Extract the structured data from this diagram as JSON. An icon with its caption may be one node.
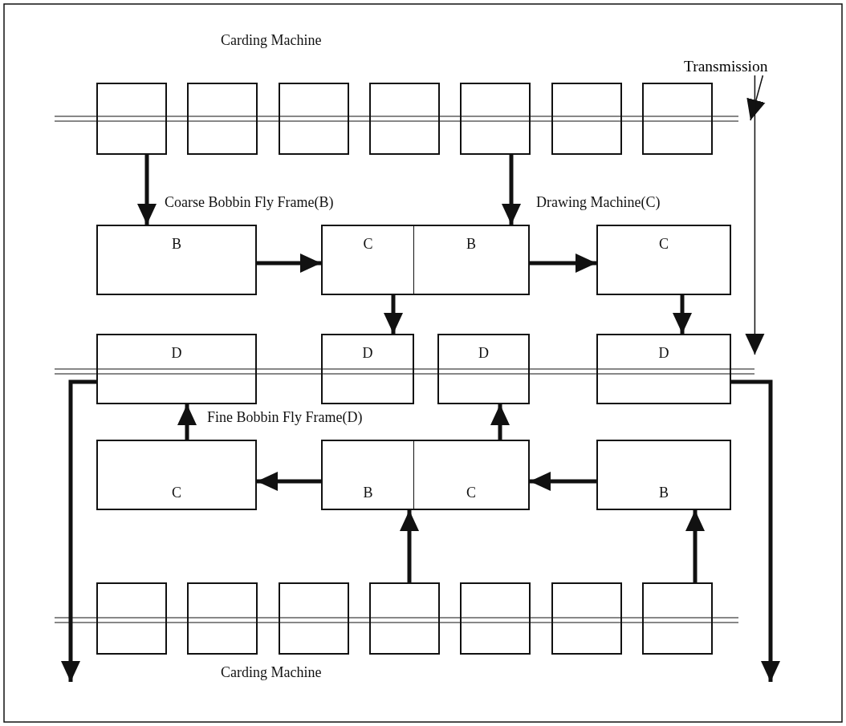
{
  "diagram": {
    "nodes": [
      {
        "text": [],
        "shape": "box"
      },
      {
        "text": [],
        "shape": "box"
      },
      {
        "text": [],
        "shape": "box"
      },
      {
        "text": [],
        "shape": "box"
      },
      {
        "text": [],
        "shape": "box"
      },
      {
        "text": [],
        "shape": "box"
      },
      {
        "text": [],
        "shape": "box"
      },
      {
        "text": [
          "B"
        ]
      },
      {
        "text": [
          "C"
        ]
      },
      {
        "text": [
          "B"
        ]
      },
      {
        "text": [
          "C"
        ]
      },
      {
        "text": [
          "D"
        ]
      },
      {
        "text": [
          "D"
        ]
      },
      {
        "text": [
          "D"
        ]
      },
      {
        "text": [
          "D"
        ]
      },
      {
        "text": [
          "C"
        ]
      },
      {
        "text": [
          "B"
        ]
      },
      {
        "text": [
          "C"
        ]
      },
      {
        "text": [
          "B"
        ]
      },
      {
        "text": [],
        "shape": "box"
      },
      {
        "text": [],
        "shape": "box"
      },
      {
        "text": [],
        "shape": "box"
      },
      {
        "text": [],
        "shape": "box"
      },
      {
        "text": [],
        "shape": "box"
      },
      {
        "text": [],
        "shape": "box"
      },
      {
        "text": [],
        "shape": "box"
      },
      {
        "text": [
          "Transmission"
        ]
      }
    ],
    "edges": [
      {
        "from": 0,
        "to": 7,
        "arrow": "to"
      },
      {
        "from": 4,
        "to": 9,
        "arrow": "to"
      },
      {
        "from": 7,
        "to": 8,
        "arrow": "to"
      },
      {
        "from": 9,
        "to": 10,
        "arrow": "to"
      },
      {
        "from": 8,
        "to": 12,
        "arrow": "to"
      },
      {
        "from": 10,
        "to": 14,
        "arrow": "to"
      },
      {
        "from": 15,
        "to": 11,
        "arrow": "to"
      },
      {
        "from": 17,
        "to": 13,
        "arrow": "to"
      },
      {
        "from": 16,
        "to": 15,
        "arrow": "to"
      },
      {
        "from": 18,
        "to": 17,
        "arrow": "to"
      },
      {
        "from": 22,
        "to": 16,
        "arrow": "to"
      },
      {
        "from": 25,
        "to": 18,
        "arrow": "to"
      },
      {
        "from": 11,
        "to": null,
        "arrow": "to"
      },
      {
        "from": 14,
        "to": null,
        "arrow": "to"
      },
      {
        "from": 26,
        "to": null,
        "arrow": "to"
      },
      {
        "from": 26,
        "to": null,
        "arrow": "to"
      }
    ],
    "labels": [
      "Carding Machine",
      "Coarse Bobbin Fly Frame(B)",
      "Drawing Machine(C)",
      "Fine Bobbin Fly Frame(D)",
      "Carding Machine"
    ]
  }
}
